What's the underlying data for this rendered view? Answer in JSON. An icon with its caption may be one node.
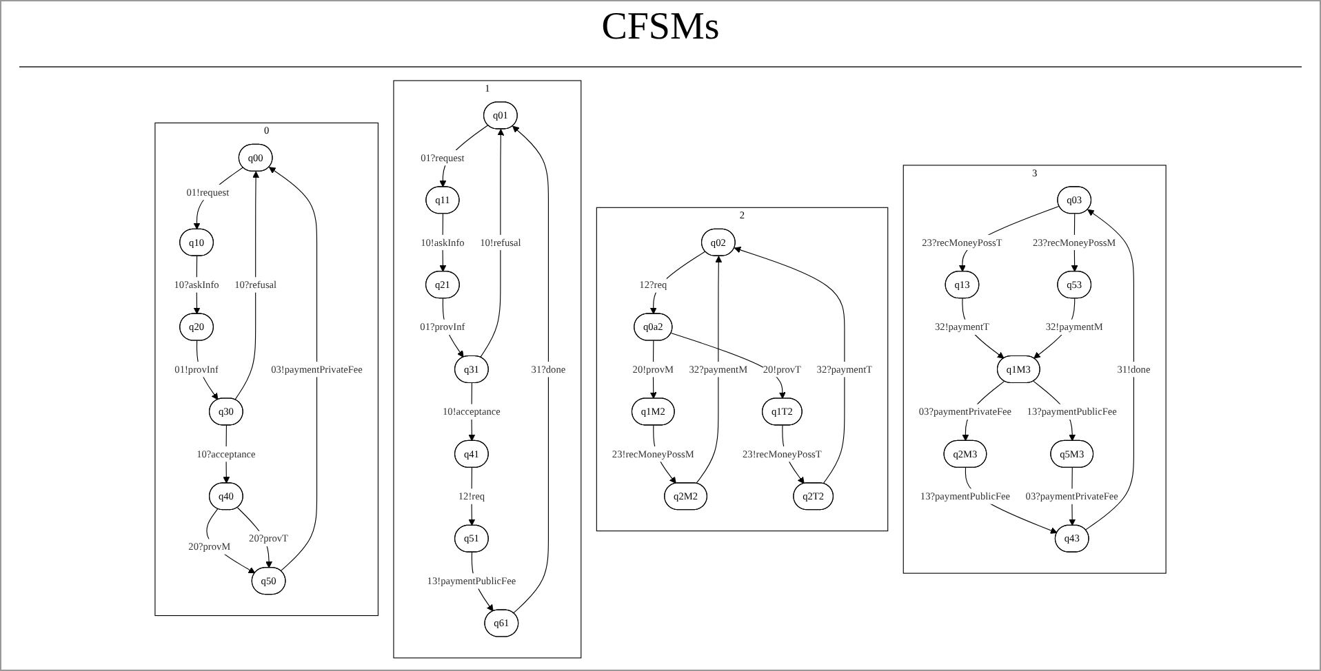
{
  "diagram": {
    "title": "CFSMs",
    "nodes": [
      {
        "text": [
          "0"
        ]
      },
      {
        "text": [
          "q00"
        ],
        "in": 0
      },
      {
        "text": [
          "q10"
        ],
        "in": 0
      },
      {
        "text": [
          "q20"
        ],
        "in": 0
      },
      {
        "text": [
          "q30"
        ],
        "in": 0
      },
      {
        "text": [
          "q40"
        ],
        "in": 0
      },
      {
        "text": [
          "q50"
        ],
        "in": 0
      },
      {
        "text": [
          "1"
        ]
      },
      {
        "text": [
          "q01"
        ],
        "in": 7
      },
      {
        "text": [
          "q11"
        ],
        "in": 7
      },
      {
        "text": [
          "q21"
        ],
        "in": 7
      },
      {
        "text": [
          "q31"
        ],
        "in": 7
      },
      {
        "text": [
          "q41"
        ],
        "in": 7
      },
      {
        "text": [
          "q51"
        ],
        "in": 7
      },
      {
        "text": [
          "q61"
        ],
        "in": 7
      },
      {
        "text": [
          "2"
        ]
      },
      {
        "text": [
          "q02"
        ],
        "in": 15
      },
      {
        "text": [
          "q0a2"
        ],
        "in": 15
      },
      {
        "text": [
          "q1M2"
        ],
        "in": 15
      },
      {
        "text": [
          "q1T2"
        ],
        "in": 15
      },
      {
        "text": [
          "q2M2"
        ],
        "in": 15
      },
      {
        "text": [
          "q2T2"
        ],
        "in": 15
      },
      {
        "text": [
          "3"
        ]
      },
      {
        "text": [
          "q03"
        ],
        "in": 22
      },
      {
        "text": [
          "q13"
        ],
        "in": 22
      },
      {
        "text": [
          "q53"
        ],
        "in": 22
      },
      {
        "text": [
          "q1M3"
        ],
        "in": 22
      },
      {
        "text": [
          "q2M3"
        ],
        "in": 22
      },
      {
        "text": [
          "q5M3"
        ],
        "in": 22
      },
      {
        "text": [
          "q43"
        ],
        "in": 22
      }
    ],
    "edges": [
      {
        "from": 1,
        "to": 2,
        "label": "01!request",
        "arrow": "to"
      },
      {
        "from": 2,
        "to": 3,
        "label": "10?askInfo",
        "arrow": "to"
      },
      {
        "from": 3,
        "to": 4,
        "label": "01!provInf",
        "arrow": "to"
      },
      {
        "from": 4,
        "to": 1,
        "label": "10?refusal",
        "arrow": "to"
      },
      {
        "from": 4,
        "to": 5,
        "label": "10?acceptance",
        "arrow": "to"
      },
      {
        "from": 5,
        "to": 6,
        "label": "20?provM",
        "arrow": "to"
      },
      {
        "from": 5,
        "to": 6,
        "label": "20?provT",
        "arrow": "to"
      },
      {
        "from": 6,
        "to": 1,
        "label": "03!paymentPrivateFee",
        "arrow": "to"
      },
      {
        "from": 8,
        "to": 9,
        "label": "01?request",
        "arrow": "to"
      },
      {
        "from": 9,
        "to": 10,
        "label": "10!askInfo",
        "arrow": "to"
      },
      {
        "from": 10,
        "to": 11,
        "label": "01?provInf",
        "arrow": "to"
      },
      {
        "from": 11,
        "to": 8,
        "label": "10!refusal",
        "arrow": "to"
      },
      {
        "from": 11,
        "to": 12,
        "label": "10!acceptance",
        "arrow": "to"
      },
      {
        "from": 12,
        "to": 13,
        "label": "12!req",
        "arrow": "to"
      },
      {
        "from": 13,
        "to": 14,
        "label": "13!paymentPublicFee",
        "arrow": "to"
      },
      {
        "from": 14,
        "to": 8,
        "label": "31?done",
        "arrow": "to"
      },
      {
        "from": 16,
        "to": 17,
        "label": "12?req",
        "arrow": "to"
      },
      {
        "from": 17,
        "to": 18,
        "label": "20!provM",
        "arrow": "to"
      },
      {
        "from": 17,
        "to": 19,
        "label": "20!provT",
        "arrow": "to"
      },
      {
        "from": 18,
        "to": 20,
        "label": "23!recMoneyPossM",
        "arrow": "to"
      },
      {
        "from": 19,
        "to": 21,
        "label": "23!recMoneyPossT",
        "arrow": "to"
      },
      {
        "from": 20,
        "to": 16,
        "label": "32?paymentM",
        "arrow": "to"
      },
      {
        "from": 21,
        "to": 16,
        "label": "32?paymentT",
        "arrow": "to"
      },
      {
        "from": 23,
        "to": 24,
        "label": "23?recMoneyPossT",
        "arrow": "to"
      },
      {
        "from": 23,
        "to": 25,
        "label": "23?recMoneyPossM",
        "arrow": "to"
      },
      {
        "from": 24,
        "to": 26,
        "label": "32!paymentT",
        "arrow": "to"
      },
      {
        "from": 25,
        "to": 26,
        "label": "32!paymentM",
        "arrow": "to"
      },
      {
        "from": 26,
        "to": 27,
        "label": "03?paymentPrivateFee",
        "arrow": "to"
      },
      {
        "from": 26,
        "to": 28,
        "label": "13?paymentPublicFee",
        "arrow": "to"
      },
      {
        "from": 27,
        "to": 29,
        "label": "13?paymentPublicFee",
        "arrow": "to"
      },
      {
        "from": 28,
        "to": 29,
        "label": "03?paymentPrivateFee",
        "arrow": "to"
      },
      {
        "from": 29,
        "to": 23,
        "label": "31!done",
        "arrow": "to"
      }
    ]
  }
}
